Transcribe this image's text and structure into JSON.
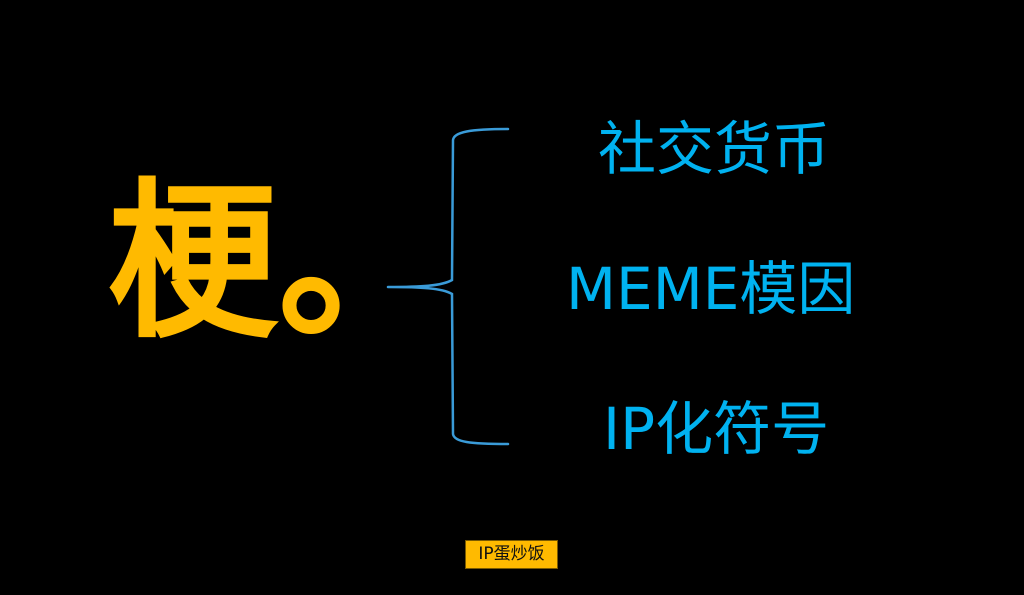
{
  "main_term": {
    "text": "梗。",
    "color": "#FFBA00"
  },
  "bracket": {
    "color": "#3A9BD8",
    "direction": "opens-right"
  },
  "branches": [
    {
      "label": "社交货币"
    },
    {
      "label": "MEME模因"
    },
    {
      "label": "IP化符号"
    }
  ],
  "branch_color": "#00B2F0",
  "watermark": {
    "text": "IP蛋炒饭",
    "background": "#FFBA00"
  }
}
